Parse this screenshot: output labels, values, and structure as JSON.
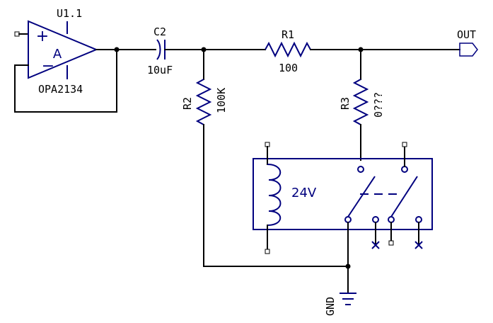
{
  "colors": {
    "wire": "#000000",
    "part": "#00007f"
  },
  "opamp": {
    "ref": "U1.1",
    "part": "OPA2134",
    "symbol": "A",
    "plus": "+",
    "minus": "−"
  },
  "c2": {
    "ref": "C2",
    "value": "10uF"
  },
  "r1": {
    "ref": "R1",
    "value": "100"
  },
  "r2": {
    "ref": "R2",
    "value": "100K"
  },
  "r3": {
    "ref": "R3",
    "value": "0???"
  },
  "relay": {
    "coil_label": "24V"
  },
  "ports": {
    "out": "OUT",
    "gnd": "GND"
  }
}
